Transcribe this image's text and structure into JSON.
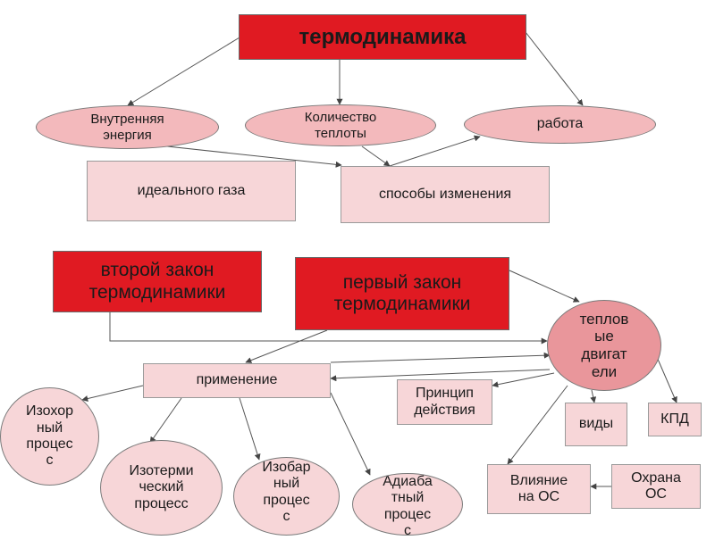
{
  "nodes": {
    "thermodynamics": "термодинамика",
    "internal_energy": "Внутренняя\nэнергия",
    "heat_quantity": "Количество\nтеплоты",
    "work": "работа",
    "ideal_gas": "идеального газа",
    "ways_of_change": "способы изменения",
    "second_law": "второй закон\nтермодинамики",
    "first_law": "первый закон\nтермодинамики",
    "heat_engines": "теплов\nые\nдвигат\nели",
    "application": "применение",
    "isochoric": "Изохор\nный\nпроцес\nс",
    "isothermal": "Изотерми\nческий\nпроцесс",
    "isobaric": "Изобар\nный\nпроцес\nс",
    "adiabatic": "Адиаба\nтный\nпроцес\nс",
    "principle": "Принцип\nдействия",
    "types": "виды",
    "efficiency": "КПД",
    "env_impact": "Влияние\nна ОС",
    "env_protection": "Охрана\nОС"
  },
  "colors": {
    "red_box": "#e01a22",
    "pink_box": "#f7d6d8",
    "oval_fill": "#f3b9bc",
    "line": "#555555"
  }
}
